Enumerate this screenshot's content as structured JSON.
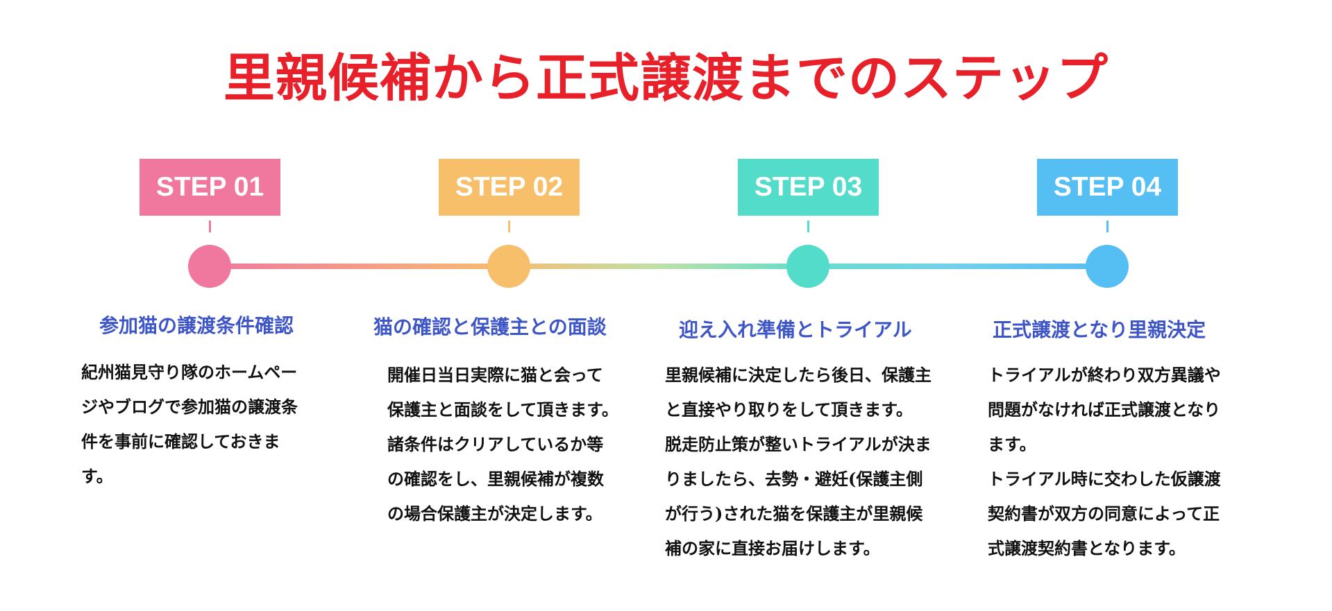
{
  "title": "里親候補から正式譲渡までのステップ",
  "steps": [
    {
      "label": "STEP 01",
      "color": "#f0779e",
      "heading": "参加猫の譲渡条件確認",
      "body": "紀州猫見守り隊のホームペー\nジやブログで参加猫の譲渡条\n件を事前に確認しておきま\nす。"
    },
    {
      "label": "STEP 02",
      "color": "#f7bf69",
      "heading": "猫の確認と保護主との面談",
      "body": "開催日当日実際に猫と会って\n保護主と面談をして頂きます。\n諸条件はクリアしているか等\nの確認をし、里親候補が複数\nの場合保護主が決定します。"
    },
    {
      "label": "STEP 03",
      "color": "#52dcc9",
      "heading": "迎え入れ準備とトライアル",
      "body": "里親候補に決定したら後日、保護主\nと直接やり取りをして頂きます。\n脱走防止策が整いトライアルが決ま\nりましたら、去勢・避妊(保護主側\nが行う)された猫を保護主が里親候\n補の家に直接お届けします。"
    },
    {
      "label": "STEP 04",
      "color": "#55bff3",
      "heading": "正式譲渡となり里親決定",
      "body": "トライアルが終わり双方異議や\n問題がなければ正式譲渡となり\nます。\nトライアル時に交わした仮譲渡\n契約書が双方の同意によって正\n式譲渡契約書となります。"
    }
  ]
}
